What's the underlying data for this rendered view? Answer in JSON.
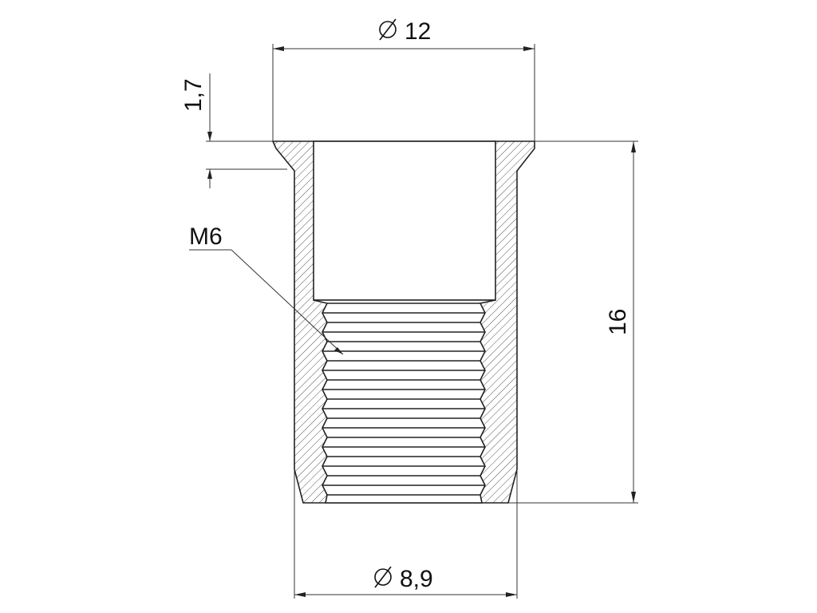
{
  "dimensions": {
    "diameter_head": "12",
    "head_thickness": "1,7",
    "length": "16",
    "diameter_body": "8,9"
  },
  "labels": {
    "thread_size": "M6"
  },
  "icons": {
    "diameter_symbol": "diameter-symbol-icon"
  },
  "colors": {
    "line": "#222222",
    "hatch": "#555555",
    "background": "#ffffff"
  }
}
